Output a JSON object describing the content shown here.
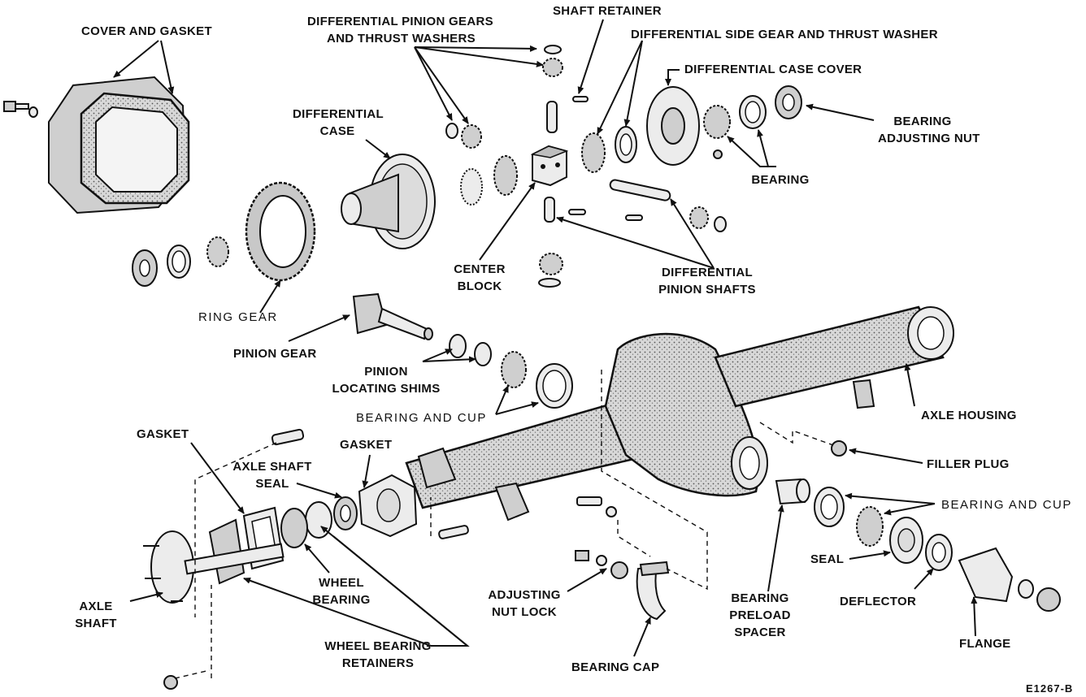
{
  "diagram": {
    "figure_code": "E1267-B",
    "labels": {
      "cover_and_gasket": "COVER AND GASKET",
      "diff_pinion_gears_1": "DIFFERENTIAL PINION GEARS",
      "diff_pinion_gears_2": "AND THRUST WASHERS",
      "shaft_retainer": "SHAFT RETAINER",
      "diff_side_gear": "DIFFERENTIAL SIDE GEAR AND THRUST  WASHER",
      "diff_case_cover": "DIFFERENTIAL CASE COVER",
      "diff_case_1": "DIFFERENTIAL",
      "diff_case_2": "CASE",
      "bearing_adjusting_nut_1": "BEARING",
      "bearing_adjusting_nut_2": "ADJUSTING NUT",
      "bearing": "BEARING",
      "center_block_1": "CENTER",
      "center_block_2": "BLOCK",
      "diff_pinion_shafts_1": "DIFFERENTIAL",
      "diff_pinion_shafts_2": "PINION SHAFTS",
      "ring_gear": "RING GEAR",
      "pinion_gear": "PINION GEAR",
      "pinion_locating_shims_1": "PINION",
      "pinion_locating_shims_2": "LOCATING SHIMS",
      "bearing_and_cup_top": "BEARING AND CUP",
      "axle_housing": "AXLE HOUSING",
      "gasket_left": "GASKET",
      "gasket_mid": "GASKET",
      "axle_shaft_seal_1": "AXLE SHAFT",
      "axle_shaft_seal_2": "SEAL",
      "filler_plug": "FILLER PLUG",
      "bearing_and_cup_right": "BEARING AND CUP",
      "wheel_bearing_1": "WHEEL",
      "wheel_bearing_2": "BEARING",
      "seal": "SEAL",
      "adjusting_nut_lock_1": "ADJUSTING",
      "adjusting_nut_lock_2": "NUT LOCK",
      "bearing_preload_spacer_1": "BEARING",
      "bearing_preload_spacer_2": "PRELOAD",
      "bearing_preload_spacer_3": "SPACER",
      "deflector": "DEFLECTOR",
      "axle_shaft_1": "AXLE",
      "axle_shaft_2": "SHAFT",
      "wheel_bearing_retainers_1": "WHEEL BEARING",
      "wheel_bearing_retainers_2": "RETAINERS",
      "flange": "FLANGE",
      "bearing_cap": "BEARING CAP"
    }
  }
}
